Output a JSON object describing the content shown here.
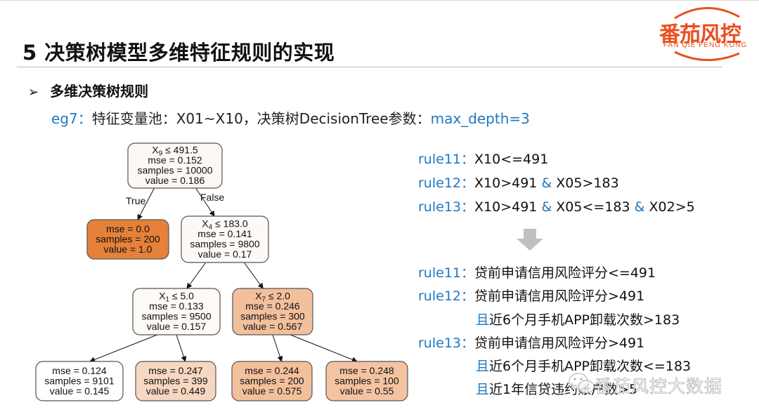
{
  "header": {
    "title": "5  决策树模型多维特征规则的实现",
    "logo": {
      "main": "番茄风控",
      "sub": "FAN QIE FENG KONG",
      "color": "#e8501e"
    }
  },
  "section": {
    "bullet_icon": "arrow-bullet-icon",
    "heading": "多维决策树规则",
    "eg_prefix": "eg7：",
    "eg_text": "特征变量池：X01~X10，决策树DecisionTree参数：",
    "eg_param": "max_depth=3"
  },
  "tree": {
    "edge_labels": {
      "true": "True",
      "false": "False"
    },
    "nodes": [
      {
        "id": "n0",
        "split_var": "X",
        "split_sub": "9",
        "split_rest": " ≤ 491.5",
        "mse": "mse = 0.152",
        "samples": "samples = 10000",
        "value": "value = 0.186",
        "fill": "#fdf8f4"
      },
      {
        "id": "n1",
        "mse": "mse = 0.0",
        "samples": "samples = 200",
        "value": "value = 1.0",
        "fill": "#e5813a"
      },
      {
        "id": "n2",
        "split_var": "X",
        "split_sub": "4",
        "split_rest": " ≤ 183.0",
        "mse": "mse = 0.141",
        "samples": "samples = 9800",
        "value": "value = 0.17",
        "fill": "#fdf9f6"
      },
      {
        "id": "n3",
        "split_var": "X",
        "split_sub": "1",
        "split_rest": " ≤ 5.0",
        "mse": "mse = 0.133",
        "samples": "samples = 9500",
        "value": "value = 0.157",
        "fill": "#fdfaf7"
      },
      {
        "id": "n4",
        "split_var": "X",
        "split_sub": "7",
        "split_rest": " ≤ 2.0",
        "mse": "mse = 0.246",
        "samples": "samples = 300",
        "value": "value = 0.567",
        "fill": "#f3c09c"
      },
      {
        "id": "n5",
        "mse": "mse = 0.124",
        "samples": "samples = 9101",
        "value": "value = 0.145",
        "fill": "#ffffff"
      },
      {
        "id": "n6",
        "mse": "mse = 0.247",
        "samples": "samples = 399",
        "value": "value = 0.449",
        "fill": "#f7d7c1"
      },
      {
        "id": "n7",
        "mse": "mse = 0.244",
        "samples": "samples = 200",
        "value": "value = 0.575",
        "fill": "#f3c09c"
      },
      {
        "id": "n8",
        "mse": "mse = 0.248",
        "samples": "samples = 100",
        "value": "value = 0.55",
        "fill": "#f4c4a2"
      }
    ]
  },
  "rules_raw": [
    {
      "label": "rule11：",
      "parts": [
        {
          "t": "X10<=491",
          "c": "black"
        }
      ]
    },
    {
      "label": "rule12：",
      "parts": [
        {
          "t": "X10>491 ",
          "c": "black"
        },
        {
          "t": "&",
          "c": "blue"
        },
        {
          "t": " X05>183",
          "c": "black"
        }
      ]
    },
    {
      "label": "rule13：",
      "parts": [
        {
          "t": "X10>491 ",
          "c": "black"
        },
        {
          "t": "&",
          "c": "blue"
        },
        {
          "t": " X05<=183 ",
          "c": "black"
        },
        {
          "t": "&",
          "c": "blue"
        },
        {
          "t": " X02>5",
          "c": "black"
        }
      ]
    }
  ],
  "rules_business": {
    "r11_label": "rule11：",
    "r11_text": "贷前申请信用风险评分<=491",
    "r12_label": "rule12：",
    "r12_text": "贷前申请信用风险评分>491",
    "r12_and": "且",
    "r12_text2": "近6个月手机APP卸载次数>183",
    "r13_label": "rule13：",
    "r13_text": "贷前申请信用风险评分>491",
    "r13_and1": "且",
    "r13_text2": "近6个月手机APP卸载次数<=183",
    "r13_and2": "且",
    "r13_text3": "近1年信贷违约账户数>5"
  },
  "watermark": {
    "text": "番茄风控大数据",
    "icon": "wechat-icon"
  },
  "colors": {
    "accent_blue": "#1f78c1",
    "brand_orange": "#e8501e",
    "arrow_gray": "#bfbfbf"
  }
}
